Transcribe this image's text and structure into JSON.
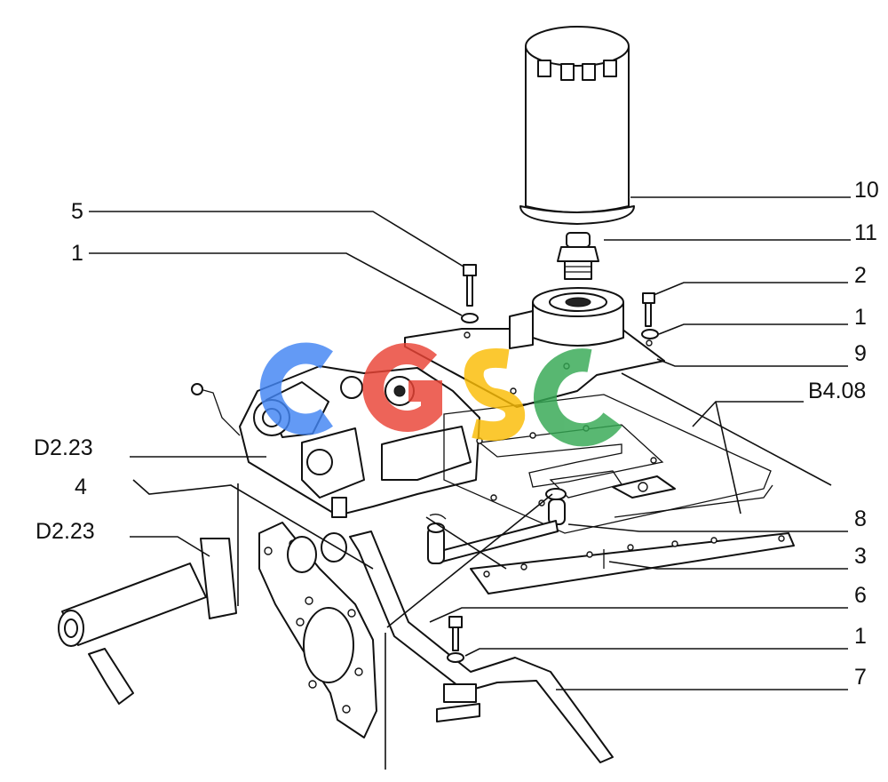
{
  "callouts": [
    {
      "id": "c5",
      "text": "5"
    },
    {
      "id": "c1a",
      "text": "1"
    },
    {
      "id": "c10",
      "text": "10"
    },
    {
      "id": "c11",
      "text": "11"
    },
    {
      "id": "c2",
      "text": "2"
    },
    {
      "id": "c1b",
      "text": "1"
    },
    {
      "id": "c9",
      "text": "9"
    },
    {
      "id": "cB408",
      "text": "B4.08"
    },
    {
      "id": "cD223a",
      "text": "D2.23"
    },
    {
      "id": "c4",
      "text": "4"
    },
    {
      "id": "cD223b",
      "text": "D2.23"
    },
    {
      "id": "c8",
      "text": "8"
    },
    {
      "id": "c3",
      "text": "3"
    },
    {
      "id": "c6",
      "text": "6"
    },
    {
      "id": "c1c",
      "text": "1"
    },
    {
      "id": "c7",
      "text": "7"
    }
  ],
  "watermark": {
    "text": "CGSC",
    "colors": [
      "#4285F4",
      "#EA4335",
      "#FBBC05",
      "#34A853"
    ]
  }
}
